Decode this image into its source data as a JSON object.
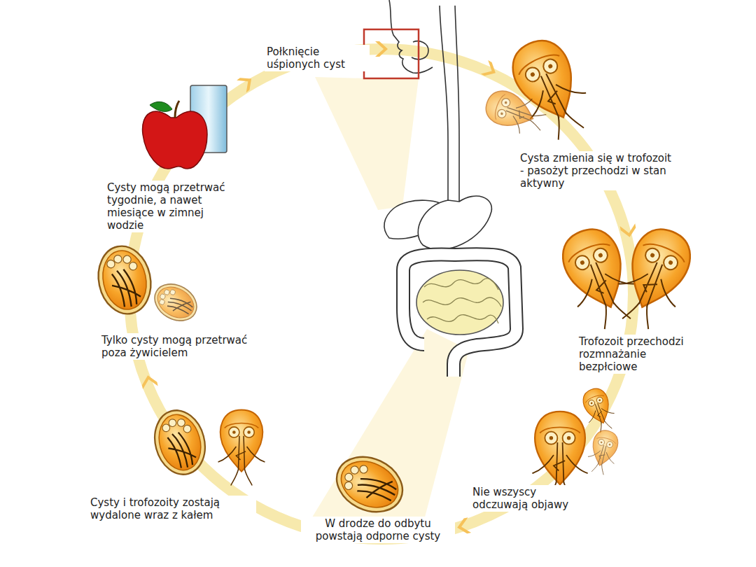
{
  "diagram": {
    "labels": [
      "Połknięcie uśpionych cyst",
      "Cysta zmienia się w trofozoit - pasożyt przechodzi w stan aktywny",
      "Trofozoit przechodzi rozmnażanie bezpłciowe",
      "Nie wszyscy odczuwają objawy",
      "W drodze do odbytu powstają odporne cysty",
      "Cysty i trofozoity zostają wydalone wraz z kałem",
      "Tylko cysty mogą przetrwać poza żywicielem",
      "Cysty mogą przetrwać tygodnie, a nawet miesiące w zimnej wodzie"
    ]
  }
}
